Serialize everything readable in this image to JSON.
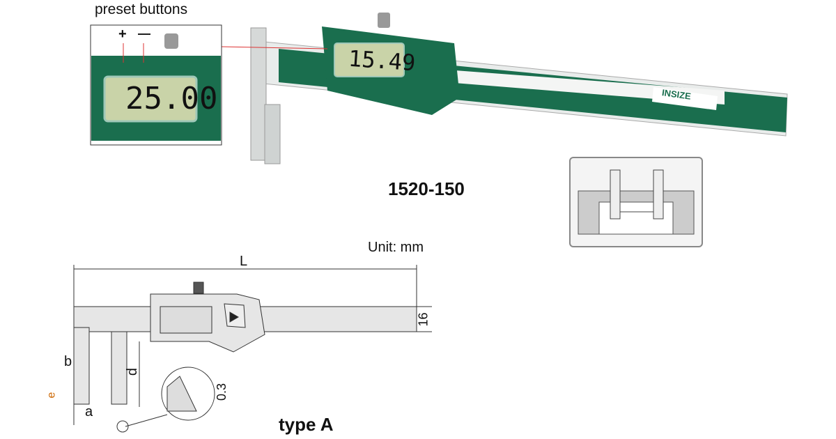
{
  "inset": {
    "caption": "preset buttons",
    "plus": "+",
    "minus": "—",
    "reading": "25.00"
  },
  "product": {
    "reading": "15.49",
    "brand": "INSIZE",
    "model": "1520-150"
  },
  "drawing": {
    "unit": "Unit: mm",
    "length_label": "L",
    "height_dim": "16",
    "b_label": "b",
    "d_label": "d",
    "e_label": "e",
    "a_label": "a",
    "tip_dim": "0.3",
    "type_label": "type A"
  },
  "colors": {
    "body": "#1a6e4e",
    "lcd": "#c9d3a8",
    "scale": "#e9eceb"
  }
}
